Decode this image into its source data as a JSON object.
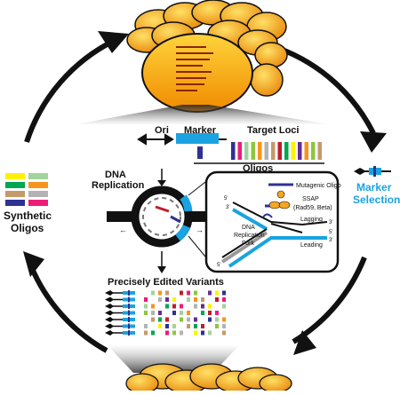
{
  "labels": {
    "ori": "Ori",
    "marker": "Marker",
    "target_loci": "Target Loci",
    "oligos": "Oligos",
    "dna_replication_line1": "DNA",
    "dna_replication_line2": "Replication",
    "marker_selection_line1": "Marker",
    "marker_selection_line2": "Selection",
    "synthetic_oligos_line1": "Synthetic",
    "synthetic_oligos_line2": "Oligos",
    "precisely_edited_variants": "Precisely Edited Variants",
    "mutagenic_oligo": "Mutagenic Oligo",
    "ssap": "SSAP",
    "ssap_detail": "(Rad59, Beta)",
    "fork_line1": "DNA",
    "fork_line2": "Replication",
    "fork_line3": "Fork",
    "lagging": "Lagging",
    "leading": "Leading",
    "five_prime": "5'",
    "three_prime": "3'"
  },
  "colors": {
    "marker_blue": "#1aa3e0",
    "marker_selection_text": "#1aa3e0",
    "yeast_fill": "#f5a623",
    "yeast_highlight": "#ffd43b",
    "arrow": "#111111",
    "oligo_palette": [
      "#2e3192",
      "#ed1c7a",
      "#a3d39c",
      "#8dc63f",
      "#f7941d",
      "#b3b3b3",
      "#c49a6c",
      "#662d91",
      "#00a651",
      "#fff200",
      "#be1e2d"
    ]
  },
  "target_loci_bars": [
    "#2e3192",
    "#ed1c7a",
    "#a3d39c",
    "#8dc63f",
    "#f7941d",
    "#b3b3b3",
    "#c49a6c",
    "#be1e2d",
    "#00a651",
    "#fff200",
    "#662d91",
    "#f7941d",
    "#8dc63f",
    "#c49a6c"
  ],
  "synthetic_oligo_swatches": [
    [
      "#fff200",
      "#a3d39c"
    ],
    [
      "#00a651",
      "#f7941d"
    ],
    [
      "#c49a6c",
      "#b3b3b3"
    ],
    [
      "#2e3192",
      "#ed1c7a"
    ]
  ]
}
